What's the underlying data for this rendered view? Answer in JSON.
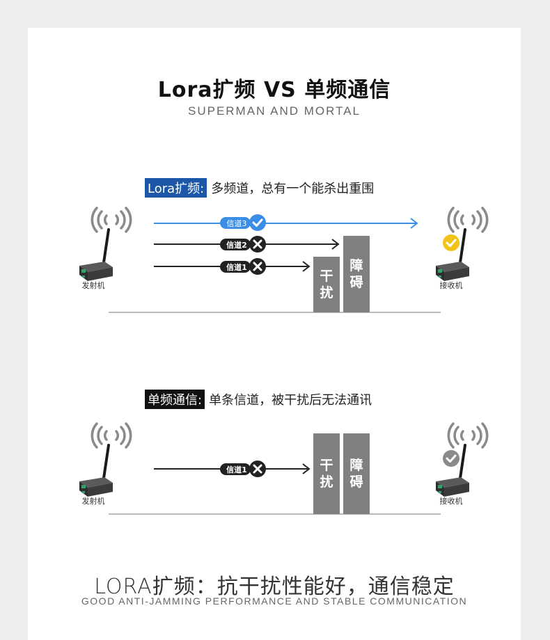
{
  "header": {
    "title": "Lora扩频 VS 单频通信",
    "subtitle": "SUPERMAN AND MORTAL"
  },
  "section_lora": {
    "tag": "Lora扩频:",
    "text": "多频道，总有一个能杀出重围",
    "transmitter_label": "发射机",
    "receiver_label": "接收机",
    "channels": [
      {
        "label": "信道3",
        "status": "ok"
      },
      {
        "label": "信道2",
        "status": "blocked"
      },
      {
        "label": "信道1",
        "status": "blocked"
      }
    ],
    "block_interference": [
      "干",
      "扰"
    ],
    "block_obstacle": [
      "障",
      "碍"
    ]
  },
  "section_single": {
    "tag": "单频通信:",
    "text": "单条信道，被干扰后无法通讯",
    "transmitter_label": "发射机",
    "receiver_label": "接收机",
    "channels": [
      {
        "label": "信道1",
        "status": "blocked"
      }
    ],
    "block_interference": [
      "干",
      "扰"
    ],
    "block_obstacle": [
      "障",
      "碍"
    ]
  },
  "footer": {
    "title": "LORA扩频：抗干扰性能好，通信稳定",
    "subtitle": "GOOD ANTI-JAMMING PERFORMANCE AND STABLE COMMUNICATION"
  },
  "colors": {
    "accent_blue": "#3a8ee6",
    "tag_blue": "#1b57a6",
    "check_yellow": "#f2c318",
    "check_gray": "#8a8a8a",
    "block_gray": "#808080"
  }
}
